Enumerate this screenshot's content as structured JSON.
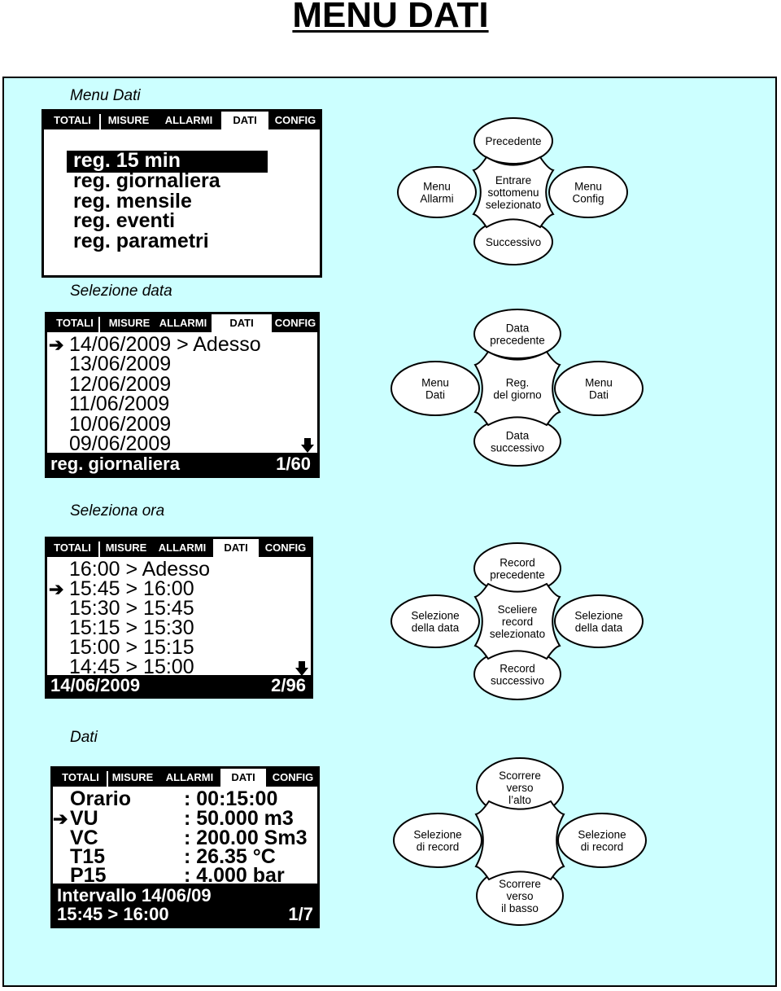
{
  "page_title": "MENU DATI",
  "tabs": [
    "TOTALI",
    "MISURE",
    "ALLARMI",
    "DATI",
    "CONFIG"
  ],
  "section1": {
    "label": "Menu Dati",
    "items": [
      "reg. 15 min",
      "reg. giornaliera",
      "reg. mensile",
      "reg. eventi",
      "reg. parametri"
    ],
    "nav": {
      "top": [
        "Precedente"
      ],
      "center": [
        "Entrare",
        "sottomenu",
        "selezionato"
      ],
      "bottom": [
        "Successivo"
      ],
      "left": [
        "Menu",
        "Allarmi"
      ],
      "right": [
        "Menu",
        "Config"
      ]
    }
  },
  "section2": {
    "label": "Selezione data",
    "rows": [
      "14/06/2009 > Adesso",
      "13/06/2009",
      "12/06/2009",
      "11/06/2009",
      "10/06/2009",
      "09/06/2009"
    ],
    "footer_left": "reg. giornaliera",
    "footer_right": "1/60",
    "nav": {
      "top": [
        "Data",
        "precedente"
      ],
      "center": [
        "Reg.",
        "del giorno"
      ],
      "bottom": [
        "Data",
        "successivo"
      ],
      "left": [
        "Menu",
        "Dati"
      ],
      "right": [
        "Menu",
        "Dati"
      ]
    }
  },
  "section3": {
    "label": "Seleziona ora",
    "rows": [
      "16:00 > Adesso",
      "15:45 > 16:00",
      "15:30 > 15:45",
      "15:15 > 15:30",
      "15:00 > 15:15",
      "14:45 > 15:00"
    ],
    "footer_left": "14/06/2009",
    "footer_right": "2/96",
    "nav": {
      "top": [
        "Record",
        "precedente"
      ],
      "center": [
        "Sceliere",
        "record",
        "selezionato"
      ],
      "bottom": [
        "Record",
        "successivo"
      ],
      "left": [
        "Selezione",
        "della data"
      ],
      "right": [
        "Selezione",
        "della data"
      ]
    }
  },
  "section4": {
    "label": "Dati",
    "rows": [
      {
        "name": "Orario",
        "value": ": 00:15:00"
      },
      {
        "name": "VU",
        "value": ": 50.000 m3"
      },
      {
        "name": "VC",
        "value": ": 200.00 Sm3"
      },
      {
        "name": "T15",
        "value": ": 26.35 °C"
      },
      {
        "name": "P15",
        "value": ": 4.000 bar"
      }
    ],
    "footer_line1": "Intervallo 14/06/09",
    "footer_line2_left": "15:45 > 16:00",
    "footer_line2_right": "1/7",
    "nav": {
      "top": [
        "Scorrere",
        "verso",
        "l’alto"
      ],
      "center": [],
      "bottom": [
        "Scorrere",
        "verso",
        "il basso"
      ],
      "left": [
        "Selezione",
        "di record"
      ],
      "right": [
        "Selezione",
        "di record"
      ]
    }
  }
}
